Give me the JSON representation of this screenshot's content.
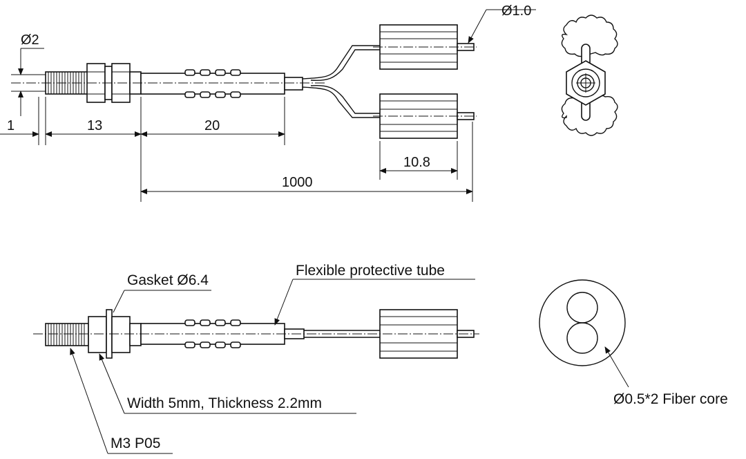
{
  "drawing": {
    "dims": {
      "core_dia": "Ø2",
      "fiber_dia": "Ø1.0",
      "d_1": "1",
      "d_13": "13",
      "d_20": "20",
      "d_10_8": "10.8",
      "d_1000": "1000"
    },
    "labels": {
      "gasket": "Gasket Ø6.4",
      "tube": "Flexible protective tube",
      "width": "Width 5mm, Thickness 2.2mm",
      "thread": "M3 P05",
      "fiber_core": "Ø0.5*2 Fiber core"
    }
  }
}
